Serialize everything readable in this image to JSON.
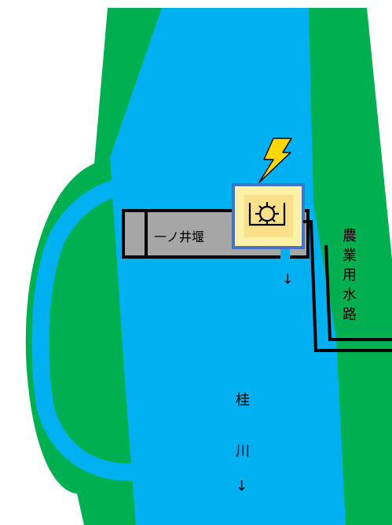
{
  "colors": {
    "bank": "#00b050",
    "water": "#00b0f0",
    "weir": "#a6a6a6",
    "device_fill": "#fff2a8",
    "device_border": "#4472c4",
    "lightning": "#ffd700",
    "line": "#000000"
  },
  "weir": {
    "label": "一ノ井堰"
  },
  "gate_flow": {
    "arrow": "↓"
  },
  "canal": {
    "chars": [
      "農",
      "業",
      "用",
      "水",
      "路"
    ]
  },
  "river": {
    "chars": [
      "桂",
      "川",
      "↓"
    ]
  },
  "icons": {
    "device": "gate-machinery-icon",
    "power": "lightning-bolt-icon"
  }
}
